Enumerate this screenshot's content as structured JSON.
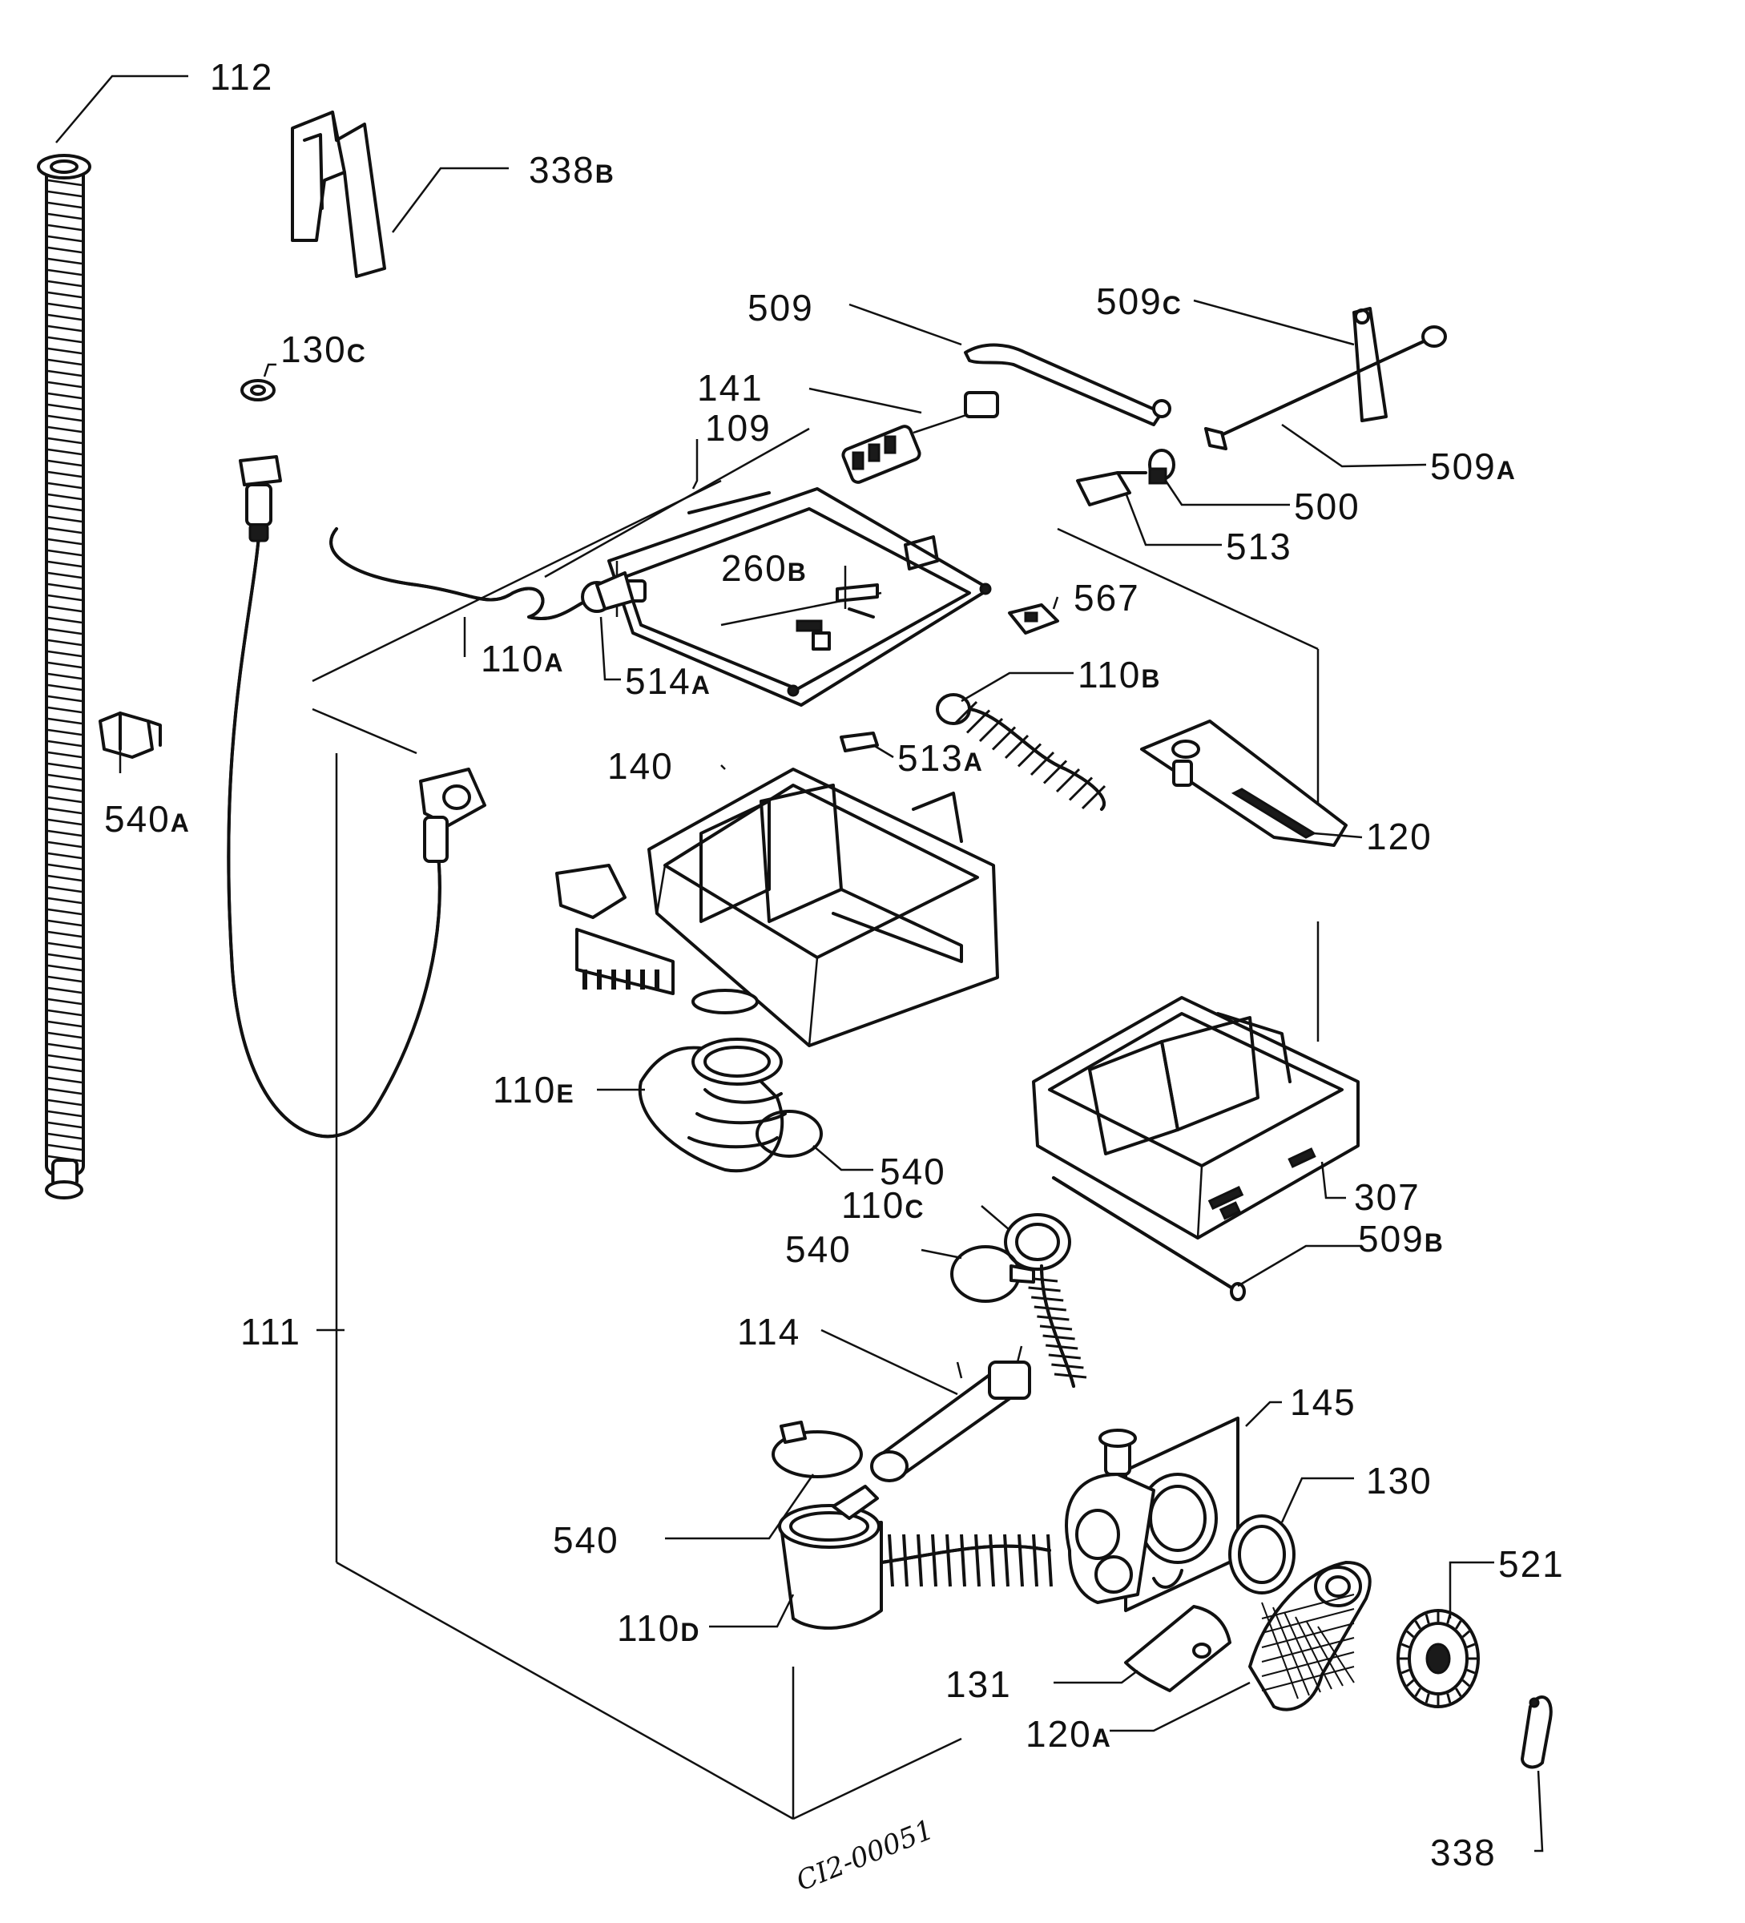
{
  "diagram": {
    "drawing_code": "CI2-00051",
    "parts": [
      {
        "id": "p112",
        "num": "112",
        "suffix": ""
      },
      {
        "id": "p338b",
        "num": "338",
        "suffix": "B"
      },
      {
        "id": "p130c",
        "num": "130",
        "suffix": "C"
      },
      {
        "id": "p509",
        "num": "509",
        "suffix": ""
      },
      {
        "id": "p509c",
        "num": "509",
        "suffix": "C"
      },
      {
        "id": "p141",
        "num": "141",
        "suffix": ""
      },
      {
        "id": "p109",
        "num": "109",
        "suffix": ""
      },
      {
        "id": "p509a",
        "num": "509",
        "suffix": "A"
      },
      {
        "id": "p500",
        "num": "500",
        "suffix": ""
      },
      {
        "id": "p513",
        "num": "513",
        "suffix": ""
      },
      {
        "id": "p260b",
        "num": "260",
        "suffix": "B"
      },
      {
        "id": "p567",
        "num": "567",
        "suffix": ""
      },
      {
        "id": "p110a",
        "num": "110",
        "suffix": "A"
      },
      {
        "id": "p514a",
        "num": "514",
        "suffix": "A"
      },
      {
        "id": "p110b",
        "num": "110",
        "suffix": "B"
      },
      {
        "id": "p540a",
        "num": "540",
        "suffix": "A"
      },
      {
        "id": "p140",
        "num": "140",
        "suffix": ""
      },
      {
        "id": "p513a",
        "num": "513",
        "suffix": "A"
      },
      {
        "id": "p120",
        "num": "120",
        "suffix": ""
      },
      {
        "id": "p110e",
        "num": "110",
        "suffix": "E"
      },
      {
        "id": "p540-1",
        "num": "540",
        "suffix": ""
      },
      {
        "id": "p307",
        "num": "307",
        "suffix": ""
      },
      {
        "id": "p110c",
        "num": "110",
        "suffix": "C"
      },
      {
        "id": "p540-2",
        "num": "540",
        "suffix": ""
      },
      {
        "id": "p509b",
        "num": "509",
        "suffix": "B"
      },
      {
        "id": "p111",
        "num": "111",
        "suffix": ""
      },
      {
        "id": "p114",
        "num": "114",
        "suffix": ""
      },
      {
        "id": "p145",
        "num": "145",
        "suffix": ""
      },
      {
        "id": "p130",
        "num": "130",
        "suffix": ""
      },
      {
        "id": "p540-3",
        "num": "540",
        "suffix": ""
      },
      {
        "id": "p521",
        "num": "521",
        "suffix": ""
      },
      {
        "id": "p110d",
        "num": "110",
        "suffix": "D"
      },
      {
        "id": "p131",
        "num": "131",
        "suffix": ""
      },
      {
        "id": "p120a",
        "num": "120",
        "suffix": "A"
      },
      {
        "id": "p338",
        "num": "338",
        "suffix": ""
      }
    ]
  }
}
